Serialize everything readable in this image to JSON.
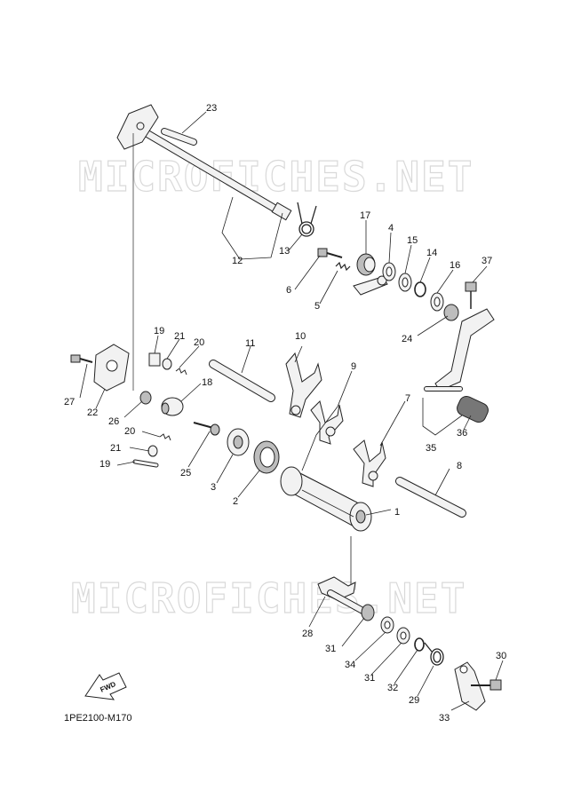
{
  "watermark": "MICROFICHES.NET",
  "diagram_code": "1PE2100-M170",
  "fwd_label": "FWD",
  "callouts": [
    {
      "id": "c1",
      "label": "1"
    },
    {
      "id": "c2",
      "label": "2"
    },
    {
      "id": "c3",
      "label": "3"
    },
    {
      "id": "c4",
      "label": "4"
    },
    {
      "id": "c5",
      "label": "5"
    },
    {
      "id": "c6",
      "label": "6"
    },
    {
      "id": "c7",
      "label": "7"
    },
    {
      "id": "c8",
      "label": "8"
    },
    {
      "id": "c9",
      "label": "9"
    },
    {
      "id": "c10",
      "label": "10"
    },
    {
      "id": "c11",
      "label": "11"
    },
    {
      "id": "c12",
      "label": "12"
    },
    {
      "id": "c13",
      "label": "13"
    },
    {
      "id": "c14",
      "label": "14"
    },
    {
      "id": "c15",
      "label": "15"
    },
    {
      "id": "c16",
      "label": "16"
    },
    {
      "id": "c17",
      "label": "17"
    },
    {
      "id": "c18",
      "label": "18"
    },
    {
      "id": "c19a",
      "label": "19"
    },
    {
      "id": "c19b",
      "label": "19"
    },
    {
      "id": "c20a",
      "label": "20"
    },
    {
      "id": "c20b",
      "label": "20"
    },
    {
      "id": "c21a",
      "label": "21"
    },
    {
      "id": "c21b",
      "label": "21"
    },
    {
      "id": "c22",
      "label": "22"
    },
    {
      "id": "c23",
      "label": "23"
    },
    {
      "id": "c24",
      "label": "24"
    },
    {
      "id": "c25",
      "label": "25"
    },
    {
      "id": "c26",
      "label": "26"
    },
    {
      "id": "c27",
      "label": "27"
    },
    {
      "id": "c28",
      "label": "28"
    },
    {
      "id": "c29",
      "label": "29"
    },
    {
      "id": "c30",
      "label": "30"
    },
    {
      "id": "c31a",
      "label": "31"
    },
    {
      "id": "c31b",
      "label": "31"
    },
    {
      "id": "c32",
      "label": "32"
    },
    {
      "id": "c33",
      "label": "33"
    },
    {
      "id": "c34",
      "label": "34"
    },
    {
      "id": "c35",
      "label": "35"
    },
    {
      "id": "c36",
      "label": "36"
    },
    {
      "id": "c37",
      "label": "37"
    }
  ]
}
